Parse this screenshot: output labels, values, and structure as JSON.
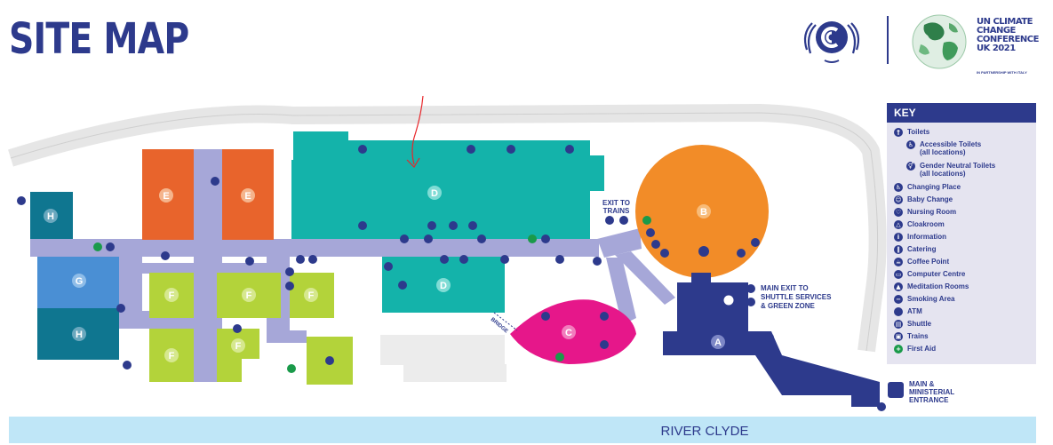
{
  "title": "SITE MAP",
  "branding": {
    "conference_text": "UN CLIMATE\nCHANGE\nCONFERENCE\nUK 2021",
    "partnership": "IN PARTNERSHIP WITH ITALY",
    "un_logo_icon": "un-climate-change-logo",
    "globe_icon": "cop26-globe-logo"
  },
  "colors": {
    "navy": "#2d3a8c",
    "orange_e": "#e8642c",
    "teal_d": "#14b3aa",
    "lime_f": "#b3d33a",
    "blue_g": "#4a8fd4",
    "teal_h": "#0f7690",
    "orange_b": "#f28c28",
    "magenta_c": "#e6178a",
    "corridor": "#a6a7d8",
    "river": "#bfe6f7"
  },
  "map": {
    "zones": [
      "H",
      "H",
      "G",
      "E",
      "E",
      "F",
      "F",
      "F",
      "F",
      "F",
      "D",
      "D",
      "B",
      "C",
      "A"
    ],
    "labels": {
      "exit_to_trains": "EXIT TO\nTRAINS",
      "main_exit": "MAIN EXIT TO\nSHUTTLE SERVICES\n& GREEN ZONE",
      "main_entrance": "MAIN &\nMINISTERIAL\nENTRANCE",
      "bridge": "BRIDGE"
    }
  },
  "key": {
    "title": "KEY",
    "items": [
      {
        "label": "Toilets",
        "icon": "toilets-icon",
        "glyph": "†"
      },
      {
        "label": "Accessible Toilets\n(all locations)",
        "icon": "accessible-toilets-icon",
        "glyph": "♿",
        "sub": true
      },
      {
        "label": "Gender Neutral Toilets\n(all locations)",
        "icon": "gender-neutral-toilets-icon",
        "glyph": "⚥",
        "sub": true
      },
      {
        "label": "Changing Place",
        "icon": "changing-place-icon",
        "glyph": "♿"
      },
      {
        "label": "Baby Change",
        "icon": "baby-change-icon",
        "glyph": "☺"
      },
      {
        "label": "Nursing Room",
        "icon": "nursing-room-icon",
        "glyph": "♡"
      },
      {
        "label": "Cloakroom",
        "icon": "cloakroom-icon",
        "glyph": "△"
      },
      {
        "label": "Information",
        "icon": "information-icon",
        "glyph": "i"
      },
      {
        "label": "Catering",
        "icon": "catering-icon",
        "glyph": "∥"
      },
      {
        "label": "Coffee Point",
        "icon": "coffee-point-icon",
        "glyph": "☕"
      },
      {
        "label": "Computer Centre",
        "icon": "computer-centre-icon",
        "glyph": "▭"
      },
      {
        "label": "Meditation Rooms",
        "icon": "meditation-rooms-icon",
        "glyph": "▲"
      },
      {
        "label": "Smoking Area",
        "icon": "smoking-area-icon",
        "glyph": "−"
      },
      {
        "label": "ATM",
        "icon": "atm-icon",
        "glyph": ""
      },
      {
        "label": "Shuttle",
        "icon": "shuttle-icon",
        "glyph": "▤"
      },
      {
        "label": "Trains",
        "icon": "trains-icon",
        "glyph": "▣"
      },
      {
        "label": "First Aid",
        "icon": "first-aid-icon",
        "glyph": "+",
        "green": true
      }
    ]
  },
  "river": "RIVER CLYDE"
}
